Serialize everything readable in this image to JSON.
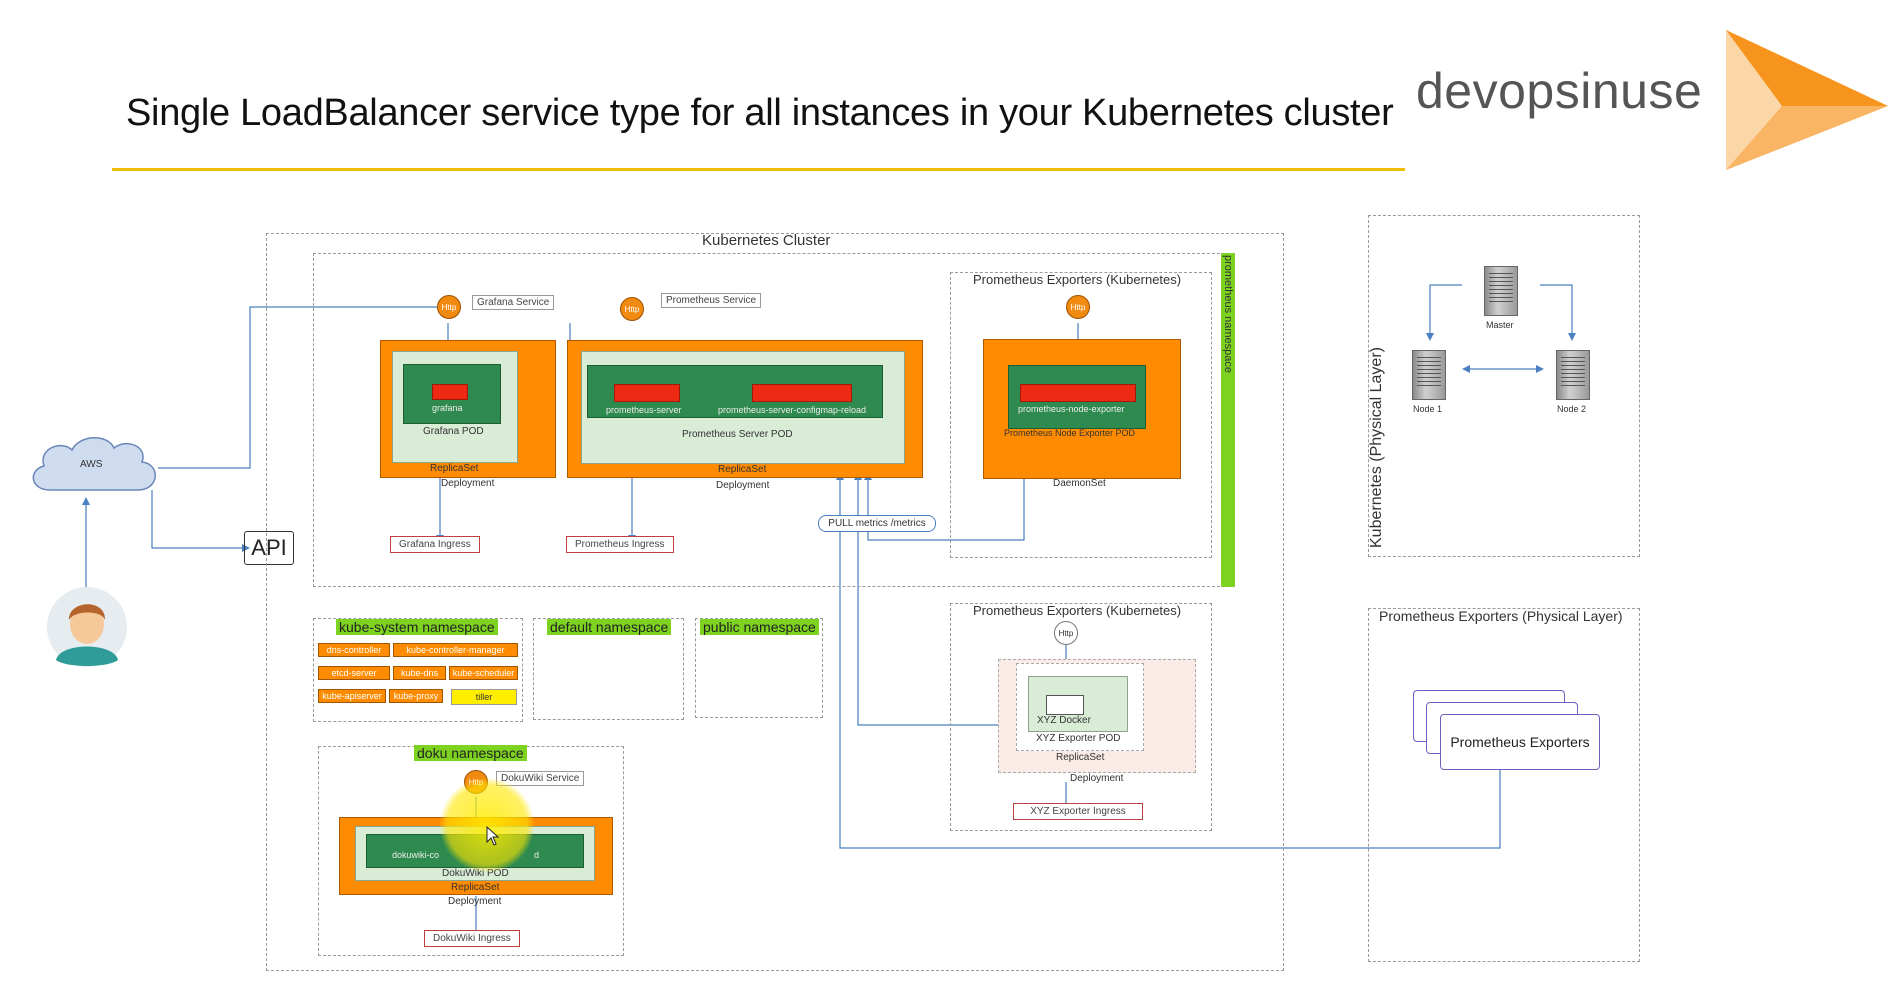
{
  "slide": {
    "title": "Single LoadBalancer service type for all instances in your Kubernetes cluster",
    "brand": "devopsinuse",
    "accent_color": "#f0c000",
    "brand_color": "#f7941d"
  },
  "left": {
    "cloud": "AWS",
    "api": "API"
  },
  "cluster": {
    "label": "Kubernetes Cluster",
    "prometheus_ns": "prometheus namespace",
    "http": "Http",
    "grafana": {
      "service": "Grafana Service",
      "container": "grafana",
      "pod": "Grafana POD",
      "replicaset": "ReplicaSet",
      "deployment": "Deployment",
      "ingress": "Grafana Ingress"
    },
    "prometheus": {
      "service": "Prometheus Service",
      "container1": "prometheus-server",
      "container2": "prometheus-server-configmap-reload",
      "pod": "Prometheus Server POD",
      "replicaset": "ReplicaSet",
      "deployment": "Deployment",
      "ingress": "Prometheus Ingress"
    },
    "exporters_k8s": {
      "label": "Prometheus Exporters (Kubernetes)",
      "container": "prometheus-node-exporter",
      "pod": "Prometheus Node Exporter POD",
      "daemonset": "DaemonSet"
    },
    "pull": "PULL metrics /metrics",
    "exporters_k8s_2": {
      "label": "Prometheus Exporters (Kubernetes)",
      "container": "XYZ Docker",
      "pod": "XYZ Exporter POD",
      "replicaset": "ReplicaSet",
      "deployment": "Deployment",
      "ingress": "XYZ Exporter Ingress"
    },
    "kube_system": {
      "label": "kube-system namespace",
      "items": [
        "dns-controller",
        "kube-controller-manager",
        "etcd-server",
        "kube-dns",
        "kube-scheduler",
        "kube-apiserver",
        "kube-proxy",
        "tiller"
      ]
    },
    "default_ns": "default namespace",
    "public_ns": "public namespace",
    "doku": {
      "label": "doku namespace",
      "service": "DokuWiki Service",
      "container_left": "dokuwiki-co",
      "container_right": "d",
      "pod": "DokuWiki POD",
      "replicaset": "ReplicaSet",
      "deployment": "Deployment",
      "ingress": "DokuWiki Ingress"
    }
  },
  "physical": {
    "label": "Kubernetes (Physical Layer)",
    "master": "Master",
    "node1": "Node 1",
    "node2": "Node 2",
    "exporters_label": "Prometheus Exporters (Physical Layer)",
    "exporters": "Prometheus Exporters"
  }
}
